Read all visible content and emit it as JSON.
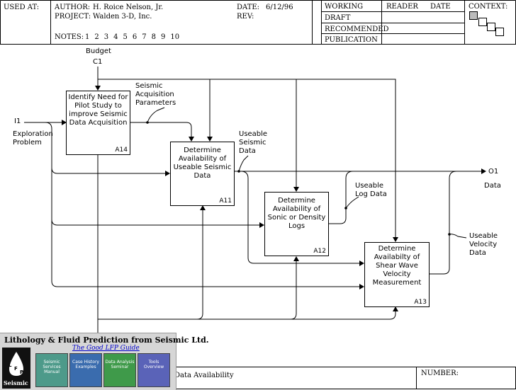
{
  "header": {
    "used_at": "USED AT:",
    "author_label": "AUTHOR:",
    "author": "H. Roice Nelson, Jr.",
    "project_label": "PROJECT:",
    "project": "Walden 3-D, Inc.",
    "date_label": "DATE:",
    "date": "6/12/96",
    "rev_label": "REV:",
    "notes_label": "NOTES:",
    "notes": [
      "1",
      "2",
      "3",
      "4",
      "5",
      "6",
      "7",
      "8",
      "9",
      "10"
    ],
    "status": [
      "WORKING",
      "DRAFT",
      "RECOMMENDED",
      "PUBLICATION"
    ],
    "reader_label": "READER",
    "reader_date_label": "DATE",
    "context_label": "CONTEXT:"
  },
  "diagram": {
    "boxes": [
      {
        "title": "Identify Need for Pilot Study to improve Seismic Data Acquisition",
        "number": "A14"
      },
      {
        "title": "Determine Availability of Useable Seismic Data",
        "number": "A11"
      },
      {
        "title": "Determine Availability of Sonic or Density Logs",
        "number": "A12"
      },
      {
        "title": "Determine Availabilty of Shear Wave Velocity Measurement",
        "number": "A13"
      }
    ],
    "labels": {
      "budget": "Budget",
      "c1": "C1",
      "i1": "I1",
      "exploration_problem": "Exploration Problem",
      "seismic_acquisition_parameters": "Seismic Acquisition Parameters",
      "useable_seismic_data": "Useable Seismic Data",
      "useable_log_data": "Useable Log Data",
      "useable_velocity_data": "Useable Velocity Data",
      "o1": "O1",
      "data": "Data"
    }
  },
  "footer": {
    "title_fragment": "Data Availability",
    "number_label": "NUMBER:"
  },
  "lfp": {
    "title": "Lithology & Fluid Prediction from Seismic Ltd.",
    "link": "The Good LFP Guide",
    "logo_text": "Seismic",
    "logo_letters": [
      "L",
      "F",
      "P"
    ],
    "tiles": [
      "Seismic Services Manual",
      "Case History Examples",
      "Data Analysis Seminar",
      "Tools Overview"
    ]
  },
  "colors": {
    "tile_1": "#4d9a8a",
    "tile_2": "#3a6cae",
    "tile_3": "#3f9a4a",
    "tile_4": "#5a63b8",
    "link": "#0000cc"
  }
}
